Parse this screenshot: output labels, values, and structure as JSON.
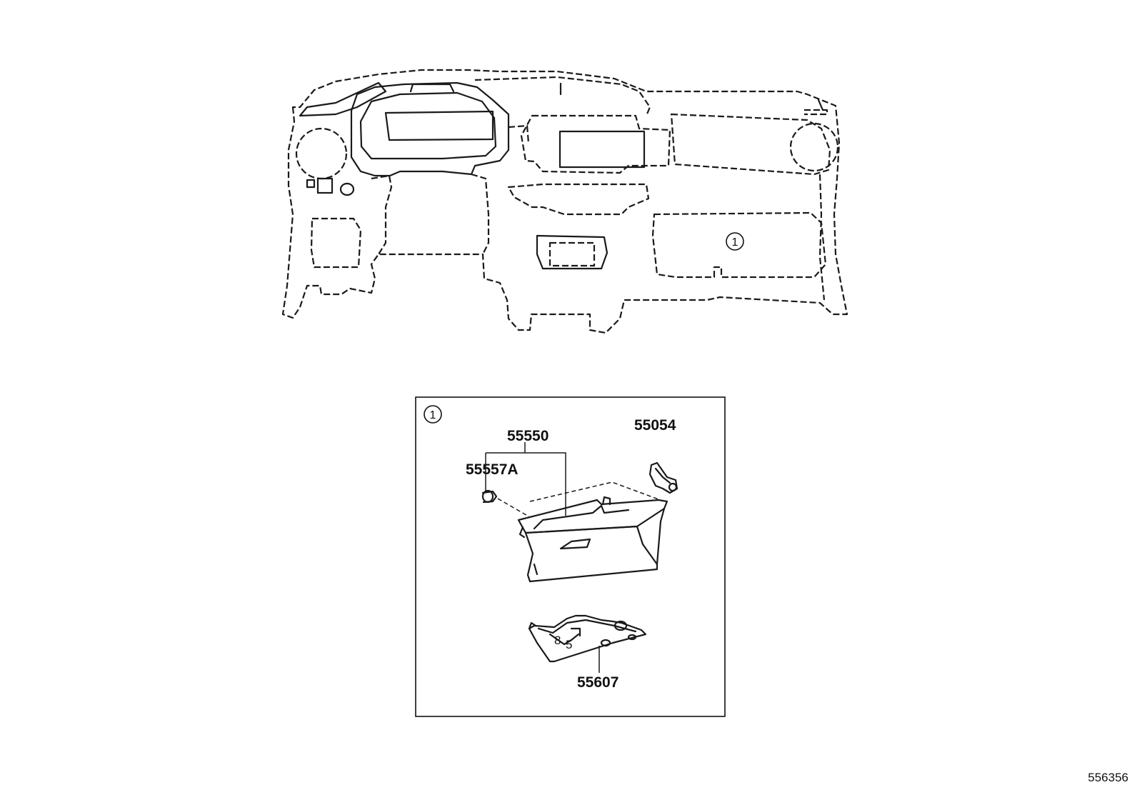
{
  "diagram": {
    "overview_callout": "1",
    "detail_box_callout": "1",
    "parts": [
      {
        "id": "box",
        "label": "55550"
      },
      {
        "id": "damper",
        "label": "55557A"
      },
      {
        "id": "hinge",
        "label": "55054"
      },
      {
        "id": "lower-panel",
        "label": "55607"
      }
    ],
    "illustration_number": "556356"
  }
}
